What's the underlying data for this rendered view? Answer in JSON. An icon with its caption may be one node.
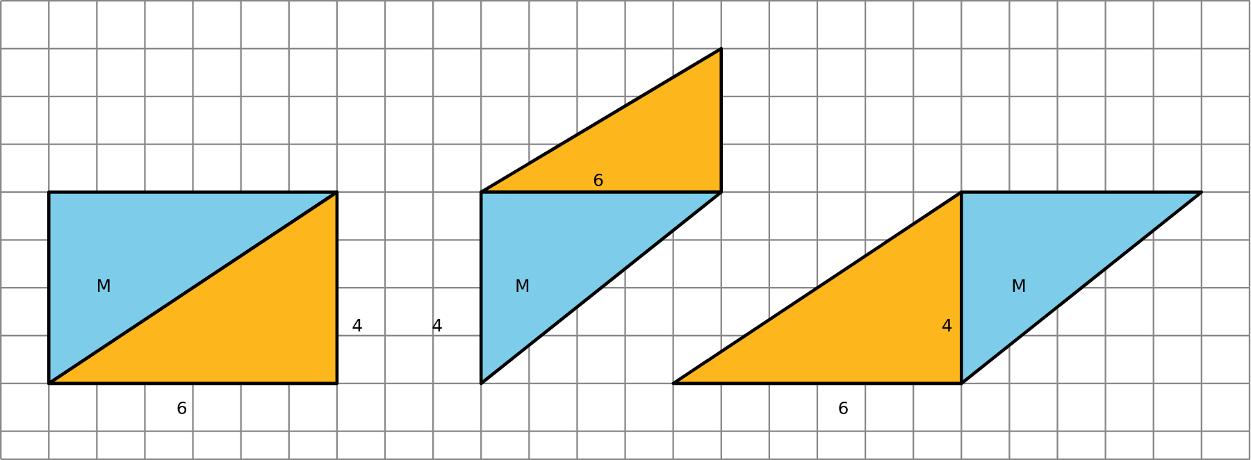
{
  "diagram": {
    "labels": [
      "6",
      "M",
      "M",
      "M",
      "4",
      "4",
      "4",
      "6",
      "6"
    ]
  }
}
